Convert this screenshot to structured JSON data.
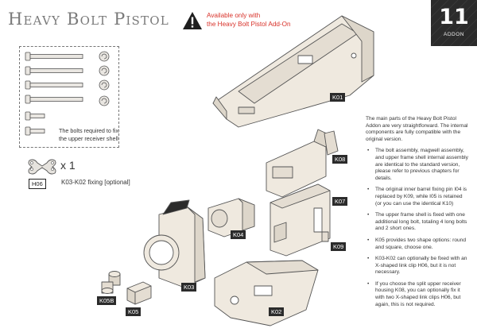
{
  "header": {
    "title": "Heavy Bolt Pistol",
    "warning_line1": "Available only with",
    "warning_line2": "the Heavy Bolt Pistol Add-On"
  },
  "badge": {
    "number": "11",
    "label": "ADDON"
  },
  "bolts_panel": {
    "caption_line1": "The bolts required to fix",
    "caption_line2": "the upper receiver shell"
  },
  "clip": {
    "count": "x 1",
    "tag": "H06",
    "caption": "K03-K02 fixing [optional]"
  },
  "part_labels": {
    "k01": "K01",
    "k08": "K08",
    "k07": "K07",
    "k09": "K09",
    "k04": "K04",
    "k03": "K03",
    "k05b": "K05B",
    "k05": "K05",
    "k02": "K02"
  },
  "description": {
    "intro": "The main parts of the Heavy Bolt Pistol Addon are very straightforward. The internal components are fully compatible with the original version.",
    "bullets": [
      "The bolt assembly, magwell assembly, and upper frame shell internal assembly are identical to the standard version, please refer to previous chapters for details.",
      "The original inner barrel fixing pin I04 is replaced by K09, while I05 is retained (or you can use the identical K10)",
      "The upper frame shell is fixed with one additional long bolt, totaling 4 long bolts and 2 short ones.",
      "K05 provides two shape options: round and square, choose one.",
      "K03-K02 can optionally be fixed with an X-shaped link clip H06, but it is not necessary.",
      "If you choose the split upper receiver housing K08, you can optionally fix it with two X-shaped link clips H06, but again, this is not required."
    ]
  },
  "colors": {
    "warning": "#d8322a",
    "badge": "#2b2b2b",
    "part_fill": "#efe9df",
    "outline": "#555555"
  }
}
